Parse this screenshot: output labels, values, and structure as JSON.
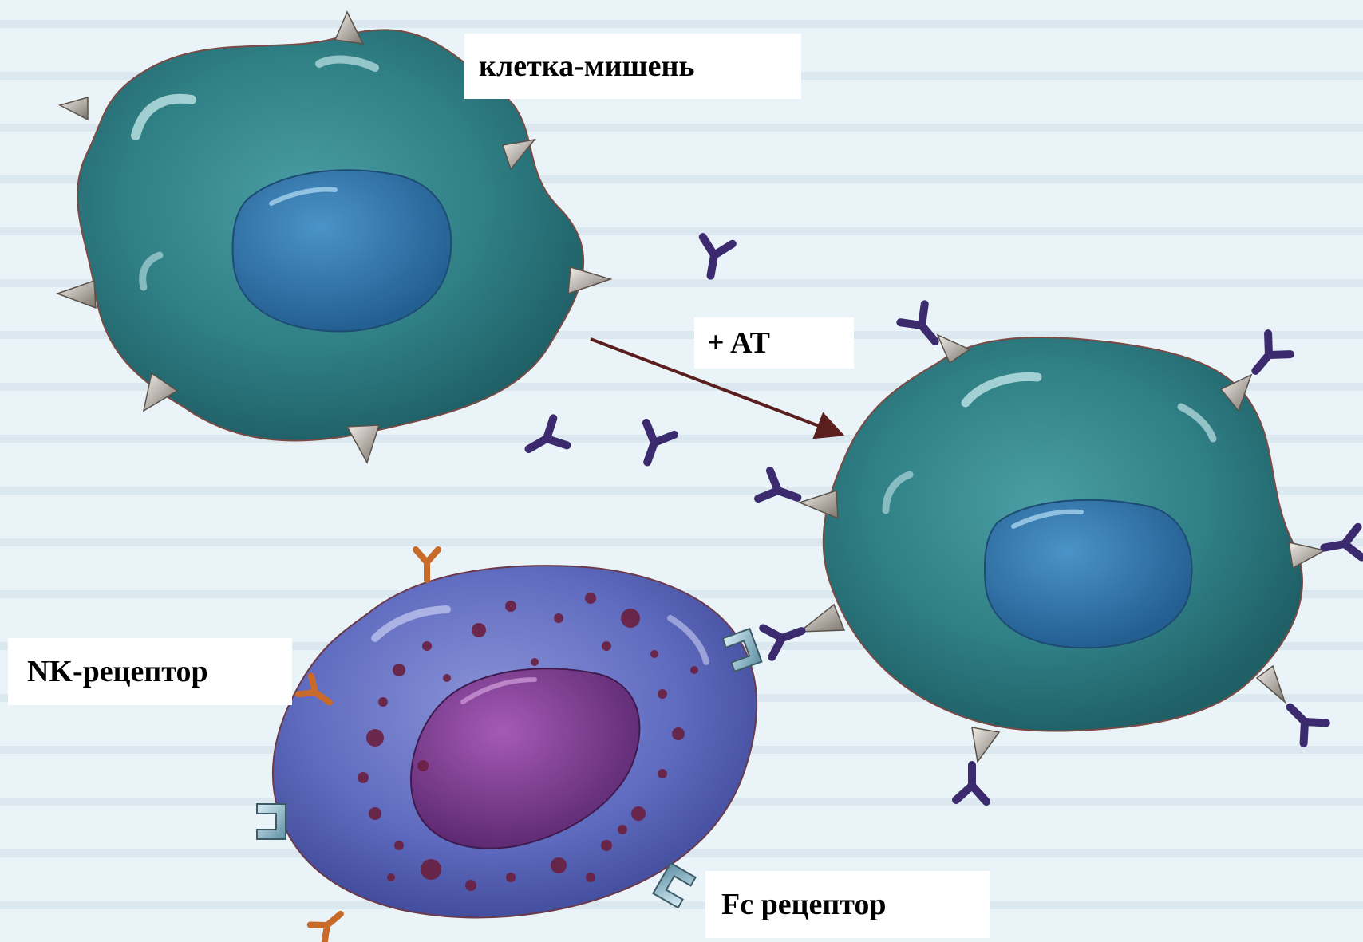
{
  "labels": {
    "target_cell": "клетка-мишень",
    "antibody": "+ AT",
    "nk_receptor": "NK-рецептор",
    "fc_receptor": "Fc рецептор"
  },
  "colors": {
    "target_cell": "#2f7f85",
    "target_nucleus": "#2f74a8",
    "nk_cell": "#5f6bbf",
    "nk_nucleus": "#7d3b8f",
    "antibody": "#3b2a6e",
    "antigen_spike": "#9a9490",
    "nk_receptor": "#e08a3a",
    "fc_receptor": "#8ab8cc"
  }
}
